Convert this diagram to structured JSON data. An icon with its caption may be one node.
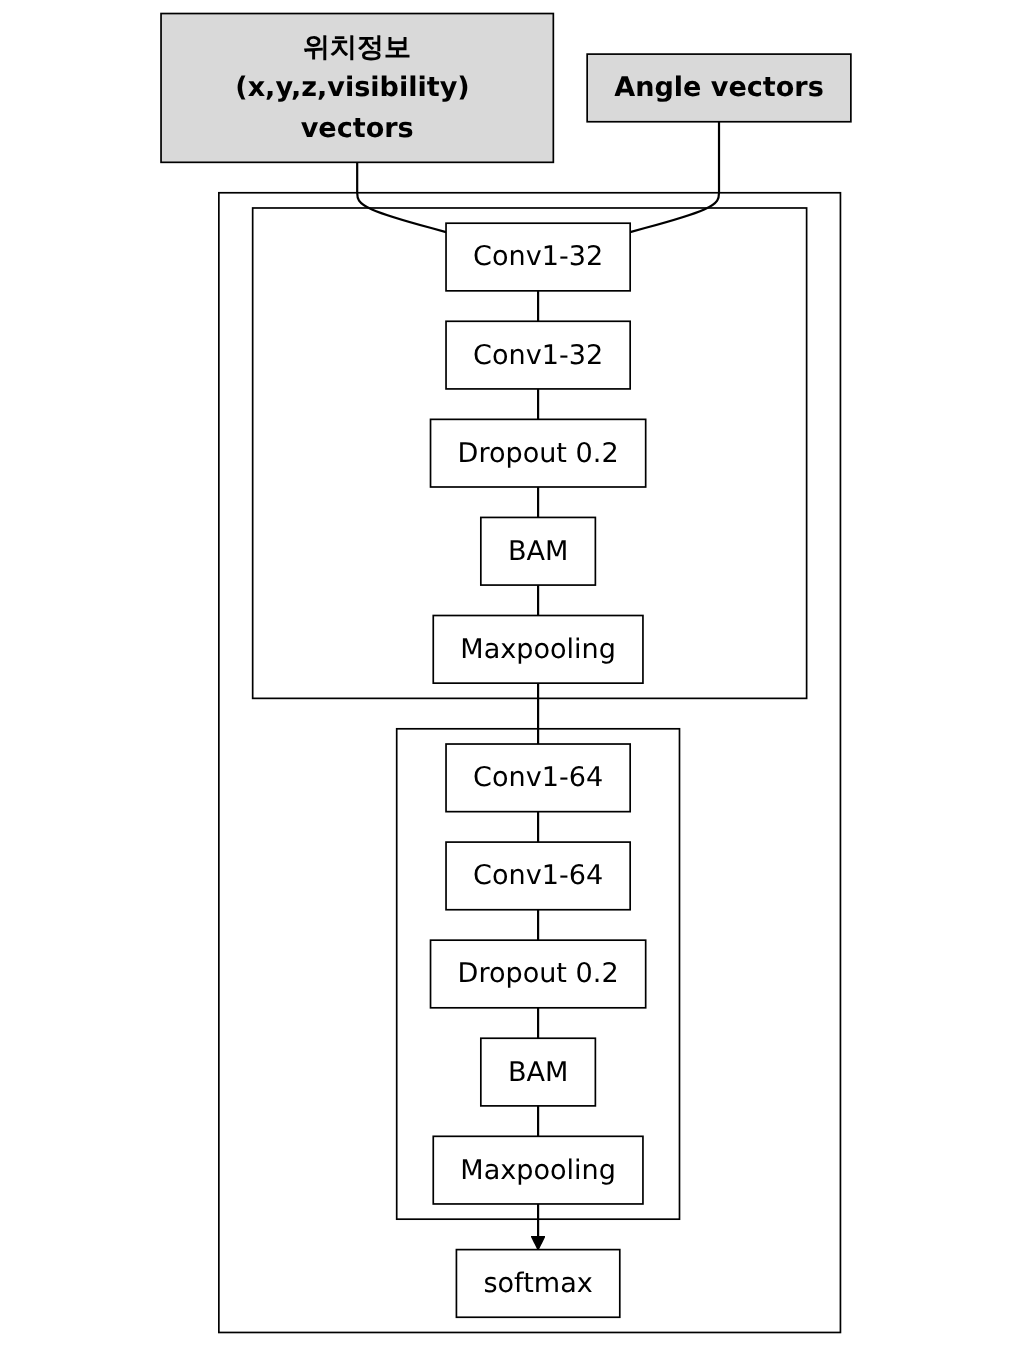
{
  "diagram": {
    "nodes": [
      {
        "text": [
          "위치정보(x,y,z,visibility) vectors"
        ]
      },
      {
        "text": [
          "Angle vectors"
        ]
      },
      {
        "text": [],
        "shape": "box"
      },
      {
        "text": [],
        "shape": "box",
        "in": 2
      },
      {
        "text": [
          "Conv1-32"
        ],
        "in": 3
      },
      {
        "text": [
          "Conv1-32"
        ],
        "in": 3
      },
      {
        "text": [
          "Dropout 0.2"
        ],
        "in": 3
      },
      {
        "text": [
          "BAM"
        ],
        "in": 3
      },
      {
        "text": [
          "Maxpooling"
        ],
        "in": 3
      },
      {
        "text": [],
        "shape": "box",
        "in": 2
      },
      {
        "text": [
          "Conv1-64"
        ],
        "in": 9
      },
      {
        "text": [
          "Conv1-64"
        ],
        "in": 9
      },
      {
        "text": [
          "Dropout 0.2"
        ],
        "in": 9
      },
      {
        "text": [
          "BAM"
        ],
        "in": 9
      },
      {
        "text": [
          "Maxpooling"
        ],
        "in": 9
      },
      {
        "text": [
          "softmax"
        ],
        "in": 2
      }
    ],
    "edges": [
      {
        "from": 0,
        "to": 4,
        "arrow": "none"
      },
      {
        "from": 1,
        "to": 4,
        "arrow": "none"
      },
      {
        "from": 4,
        "to": 5,
        "arrow": "none"
      },
      {
        "from": 5,
        "to": 6,
        "arrow": "none"
      },
      {
        "from": 6,
        "to": 7,
        "arrow": "none"
      },
      {
        "from": 7,
        "to": 8,
        "arrow": "none"
      },
      {
        "from": 8,
        "to": 10,
        "arrow": "none"
      },
      {
        "from": 10,
        "to": 11,
        "arrow": "none"
      },
      {
        "from": 11,
        "to": 12,
        "arrow": "none"
      },
      {
        "from": 12,
        "to": 13,
        "arrow": "none"
      },
      {
        "from": 13,
        "to": 14,
        "arrow": "none"
      },
      {
        "from": 14,
        "to": 15,
        "arrow": "to"
      }
    ]
  }
}
